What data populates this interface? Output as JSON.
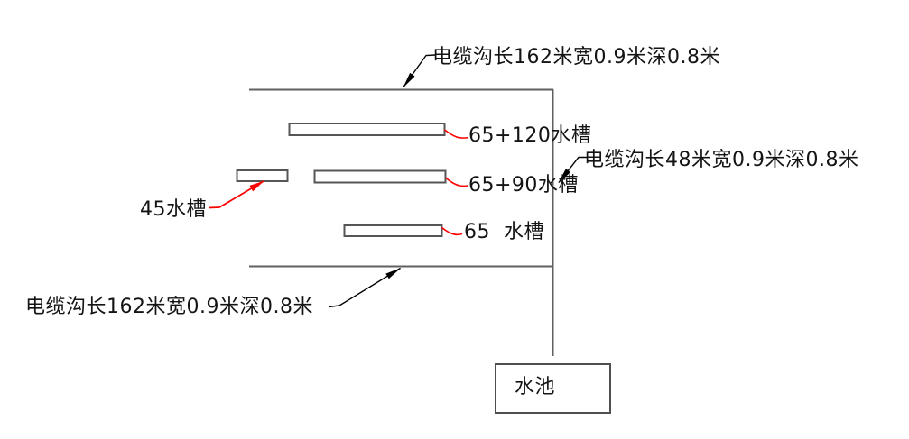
{
  "diagram": {
    "type": "cad-engineering-sketch",
    "trench_labels": {
      "top": "电缆沟长162米宽0.9米深0.8米",
      "right": "电缆沟长48米宽0.9米深0.8米",
      "bottom": "电缆沟长162米宽0.9米深0.8米"
    },
    "trough_labels": {
      "t65_120": "65+120水槽",
      "t65_90": "65+90水槽",
      "t65": "65  水槽",
      "t45": "45水槽"
    },
    "water_pool_label": "水池",
    "colors": {
      "trench_line": "#606060",
      "trough_outline": "#565656",
      "leader_red": "#ff0000",
      "leader_black": "#000000",
      "text": "#141414",
      "background": "#ffffff"
    }
  }
}
